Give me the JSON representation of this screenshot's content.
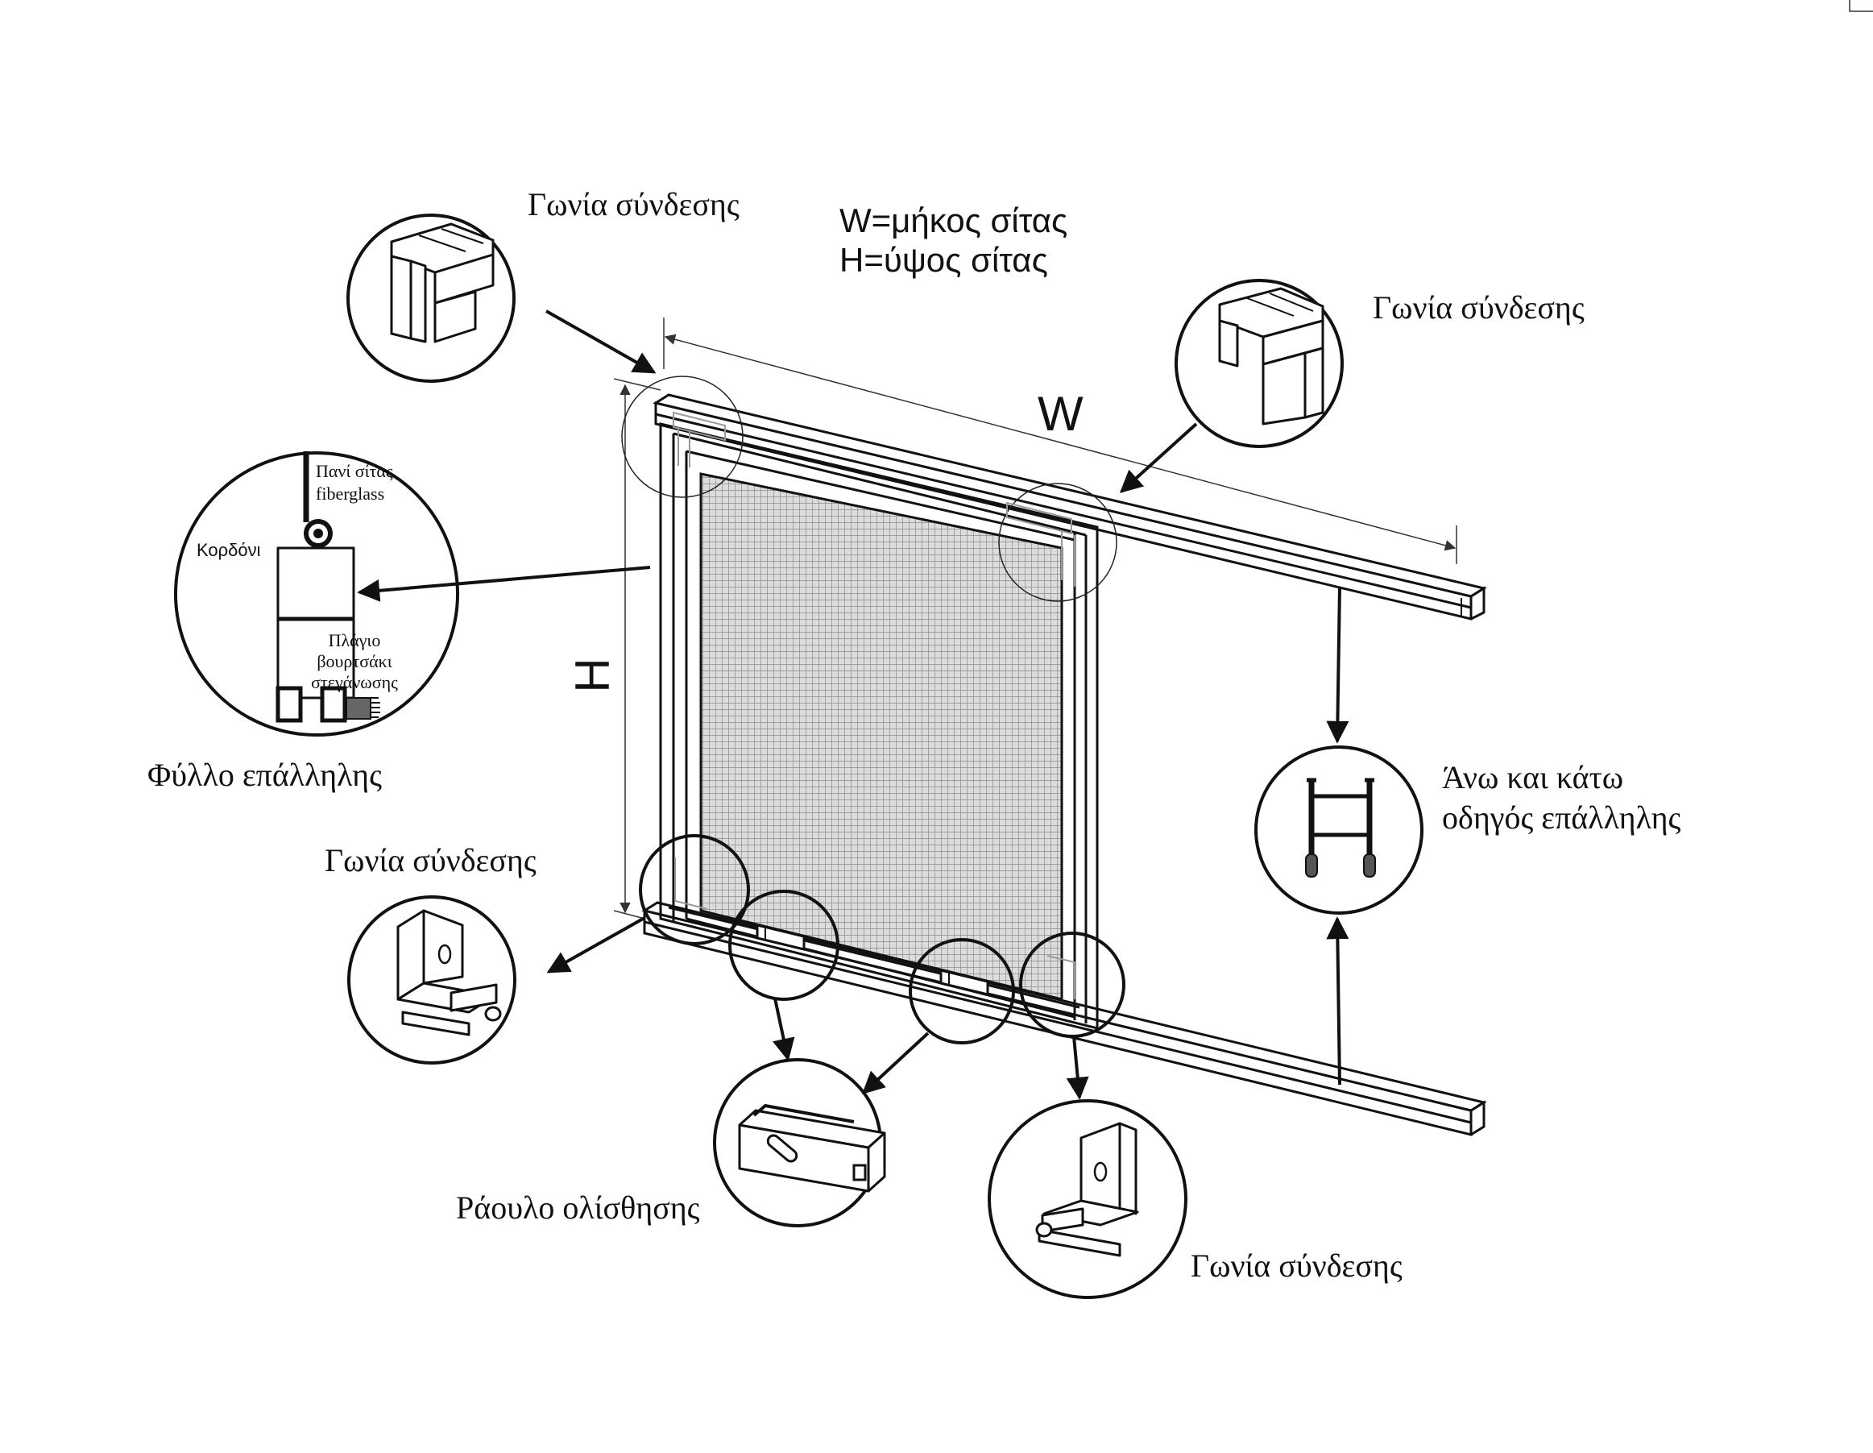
{
  "legend": {
    "width_def": "W=μήκος σίτας",
    "height_def": "H=ύψος σίτας"
  },
  "dimensions": {
    "width_label": "W",
    "height_label": "H"
  },
  "callouts": {
    "corner_top_left": "Γωνία σύνδεσης",
    "corner_top_right": "Γωνία σύνδεσης",
    "corner_bottom_left": "Γωνία σύνδεσης",
    "corner_bottom_right": "Γωνία σύνδεσης",
    "sash_profile": "Φύλλο επάλληλης",
    "guide_line1": "Άνω και κάτω",
    "guide_line2": "οδηγός επάλληλης",
    "roller": "Ράουλο ολίσθησης"
  },
  "profile_detail": {
    "mesh_line1": "Πανί σίτας",
    "mesh_line2": "fiberglass",
    "cord": "Κορδόνι",
    "brush_line1": "Πλάγιο",
    "brush_line2": "βουρτσάκι",
    "brush_line3": "στεγάνωσης"
  }
}
